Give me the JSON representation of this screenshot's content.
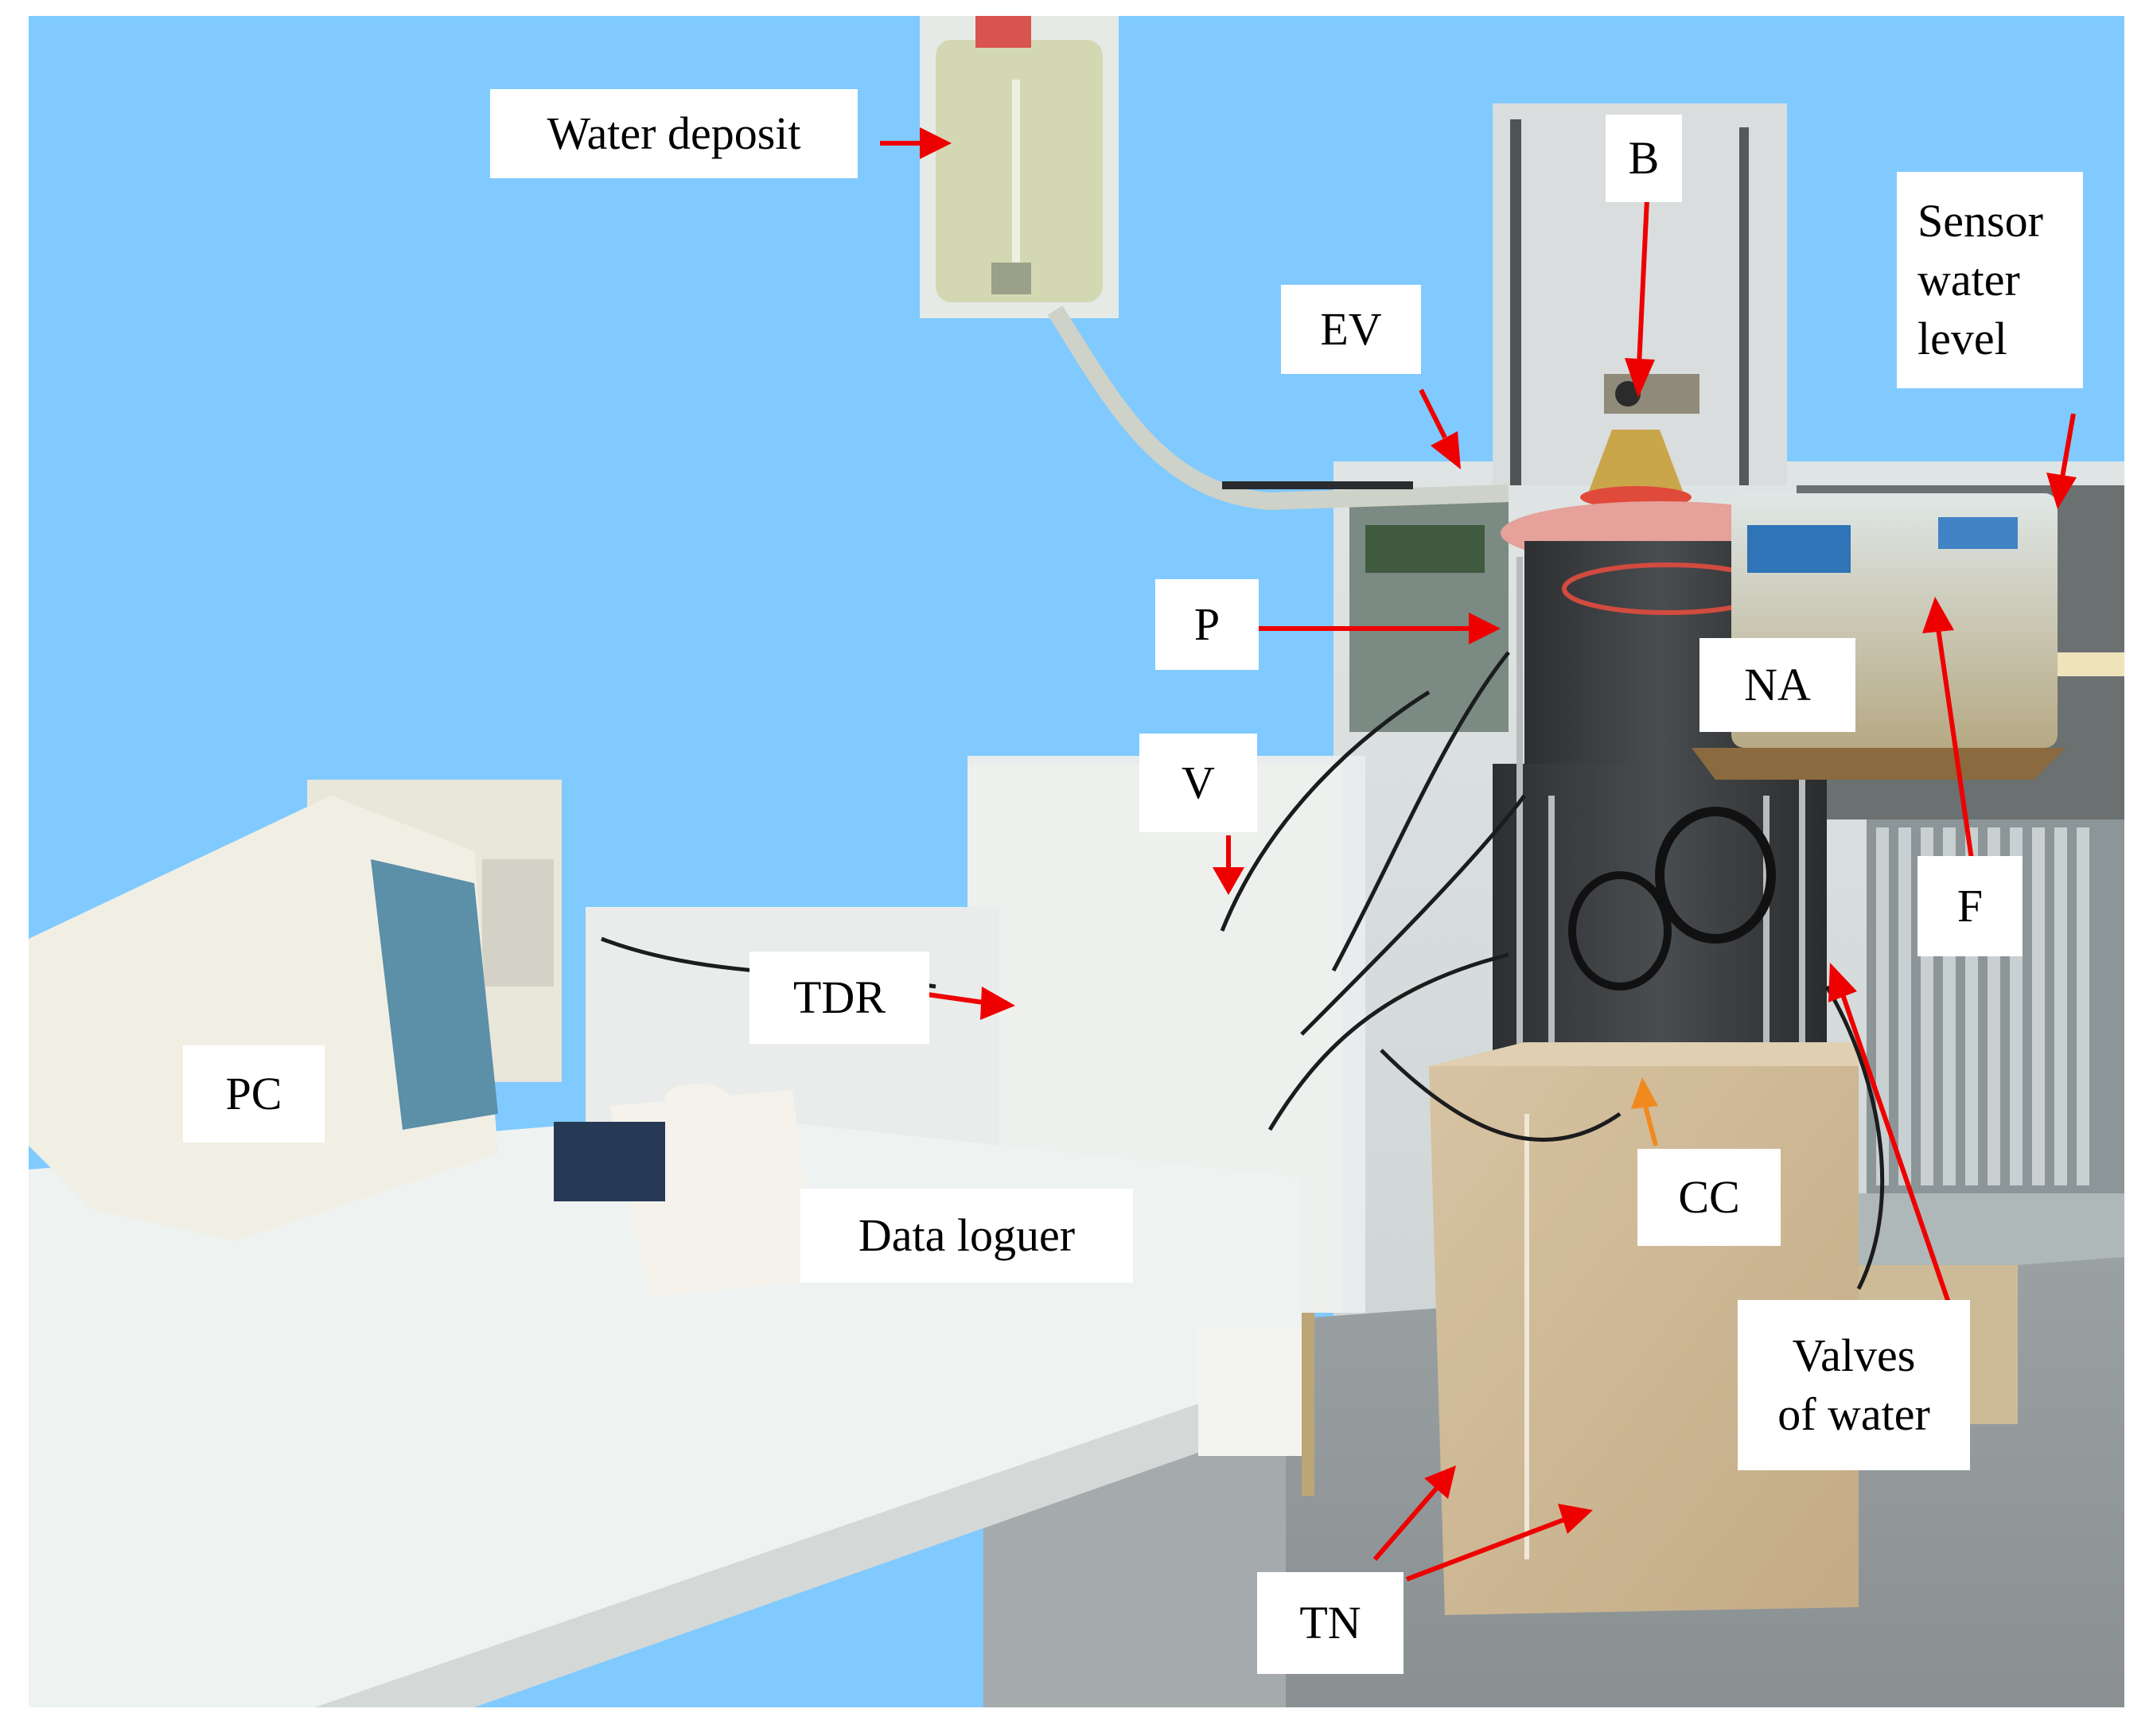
{
  "figure": {
    "background_color": "#80caff",
    "arrow_color": "#ee0000",
    "accent_arrow_color": "#f08a1e"
  },
  "labels": {
    "water_deposit": "Water deposit",
    "b": "B",
    "ev": "EV",
    "sensor_water_level": "Sensor\nwater\nlevel",
    "p": "P",
    "na": "NA",
    "v": "V",
    "f": "F",
    "tdr": "TDR",
    "pc": "PC",
    "data_loguer": "Data loguer",
    "cc": "CC",
    "valves_of_water": "Valves\nof water",
    "tn": "TN"
  }
}
